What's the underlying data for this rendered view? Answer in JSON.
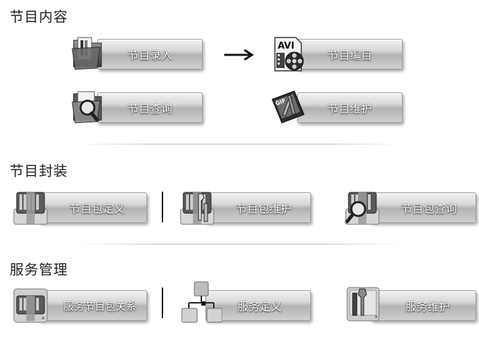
{
  "sections": {
    "content": {
      "title": "节目内容",
      "items": [
        {
          "label": "节目录入",
          "icon": "folder-document-icon"
        },
        {
          "label": "节目编目",
          "icon": "avi-film-reel-icon"
        },
        {
          "label": "节目查询",
          "icon": "folder-search-icon"
        },
        {
          "label": "节目维护",
          "icon": "gif-tools-icon"
        }
      ]
    },
    "packaging": {
      "title": "节目封装",
      "items": [
        {
          "label": "节目包定义",
          "icon": "archive-box-icon"
        },
        {
          "label": "节目包维护",
          "icon": "archive-box-tools-icon"
        },
        {
          "label": "节目包查询",
          "icon": "archive-box-search-icon"
        }
      ]
    },
    "service": {
      "title": "服务管理",
      "items": [
        {
          "label": "服务节目包关系",
          "icon": "archive-drive-icon"
        },
        {
          "label": "服务定义",
          "icon": "network-drives-icon"
        },
        {
          "label": "服务维护",
          "icon": "drive-tools-icon"
        }
      ]
    }
  }
}
